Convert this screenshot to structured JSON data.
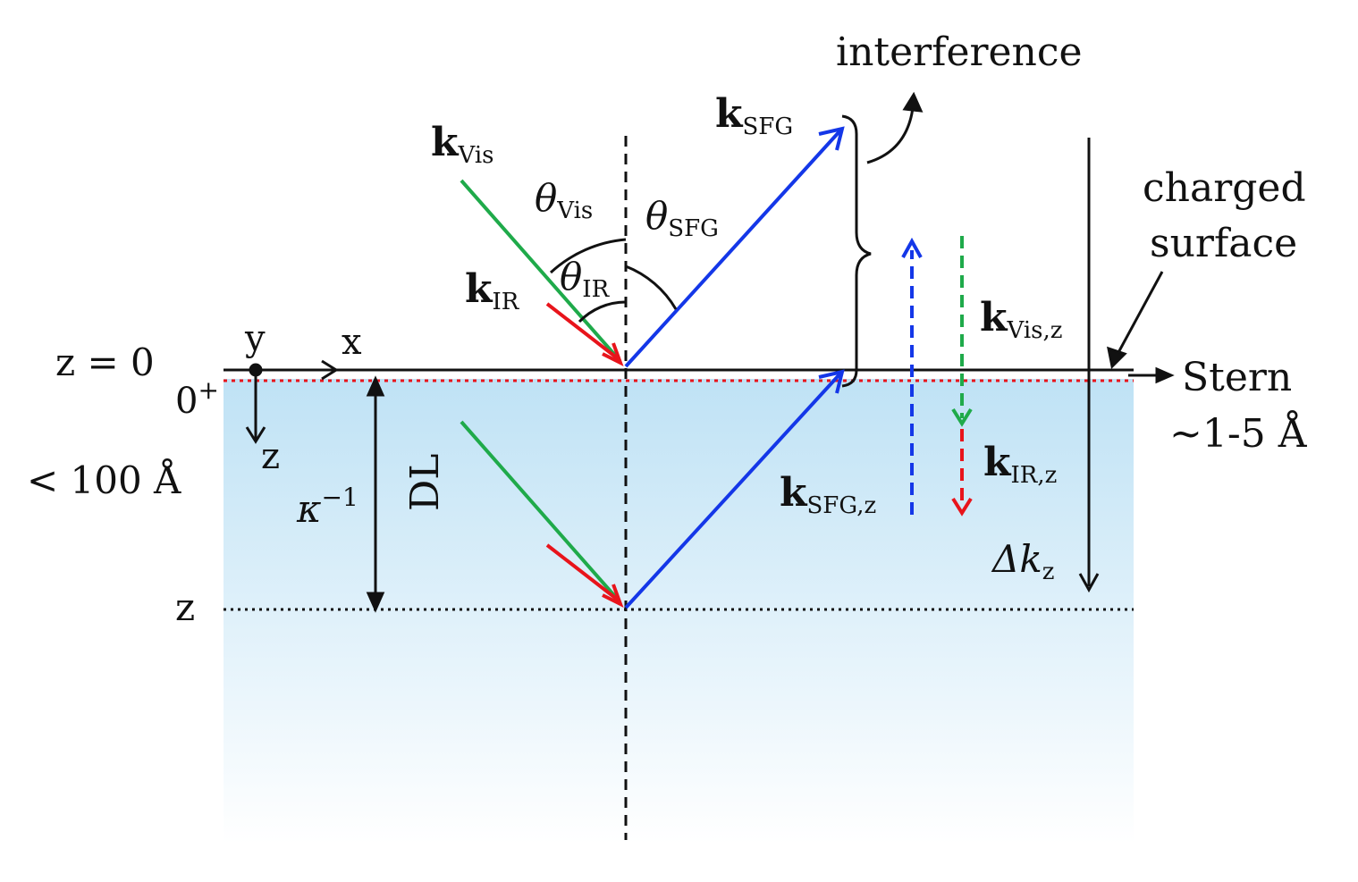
{
  "labels": {
    "interference": "interference",
    "charged_surface_line1": "charged",
    "charged_surface_line2": "surface",
    "stern": "Stern",
    "stern_width": "~1-5 Å",
    "z_eq_0": "z = 0",
    "zero_plus": "0",
    "zero_plus_sup": "+",
    "axis_y": "y",
    "axis_x": "x",
    "axis_z": "z",
    "depth_limit": "< 100 Å",
    "debye": "κ",
    "debye_sup": "−1",
    "dl": "DL",
    "z_depth": "z"
  },
  "vectors": {
    "k_vis": {
      "k": "k",
      "sub": "Vis"
    },
    "k_ir": {
      "k": "k",
      "sub": "IR"
    },
    "k_sfg": {
      "k": "k",
      "sub": "SFG"
    },
    "k_vis_z": {
      "k": "k",
      "sub": "Vis,z"
    },
    "k_ir_z": {
      "k": "k",
      "sub": "IR,z"
    },
    "k_sfg_z": {
      "k": "k",
      "sub": "SFG,z"
    },
    "delta_kz": {
      "k": "Δk",
      "sub": "z"
    }
  },
  "angles": {
    "theta_vis": {
      "sym": "θ",
      "sub": "Vis"
    },
    "theta_ir": {
      "sym": "θ",
      "sub": "IR"
    },
    "theta_sfg": {
      "sym": "θ",
      "sub": "SFG"
    }
  },
  "colors": {
    "visible": "#1faa4a",
    "infrared": "#e8141b",
    "sfg": "#1437e8",
    "stern_line": "#e8141b",
    "liquid_top": "#bfe2f5",
    "liquid_bottom": "#ffffff",
    "ink": "#111111"
  }
}
